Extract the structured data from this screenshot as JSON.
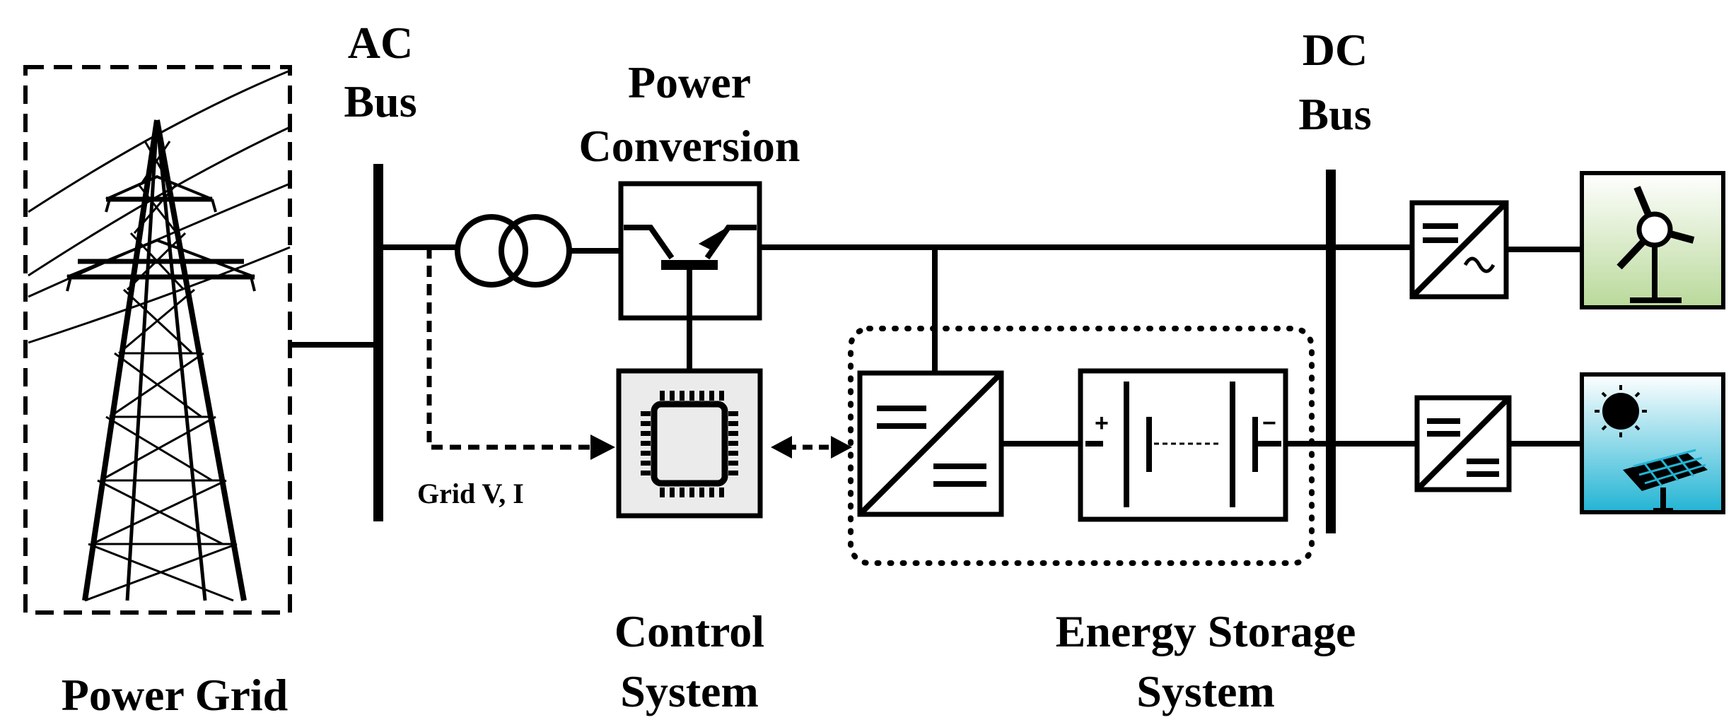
{
  "labels": {
    "ac_bus_line1": "AC",
    "ac_bus_line2": "Bus",
    "dc_bus_line1": "DC",
    "dc_bus_line2": "Bus",
    "power_conversion_line1": "Power",
    "power_conversion_line2": "Conversion",
    "control_system_line1": "Control",
    "control_system_line2": "System",
    "energy_storage_line1": "Energy Storage",
    "energy_storage_line2": "System",
    "power_grid": "Power Grid",
    "grid_measurement": "Grid V, I",
    "battery_plus": "+",
    "battery_minus": "−"
  },
  "colors": {
    "wind_panel_top": "#ffffff",
    "wind_panel_bottom": "#b9d99a",
    "solar_panel_top": "#ffffff",
    "solar_panel_bottom": "#22b4d4",
    "chip_fill": "#ebebeb"
  },
  "icons": [
    "transmission-tower-icon",
    "transformer-icon",
    "transistor-icon",
    "microcontroller-icon",
    "dc-dc-converter-icon",
    "battery-icon",
    "dc-ac-converter-icon",
    "wind-turbine-icon",
    "solar-panel-icon",
    "sun-icon"
  ]
}
